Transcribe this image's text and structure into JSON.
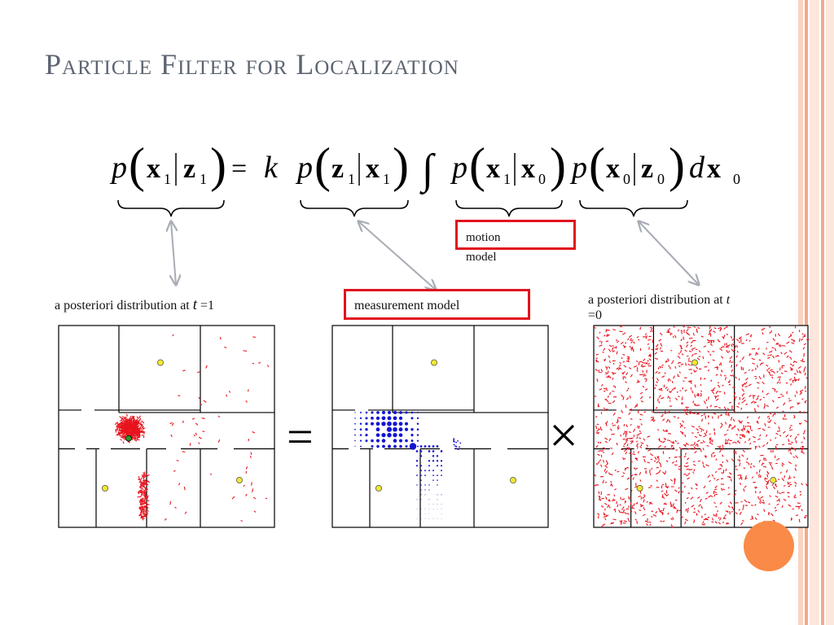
{
  "slide": {
    "title": "Particle Filter for Localization"
  },
  "formula": {
    "p": "p",
    "x": "x",
    "z": "z",
    "k": "k",
    "d": "d",
    "eq": "=",
    "sub1": "1",
    "sub0": "0",
    "integral": "∫"
  },
  "labels": {
    "posterior_t1": "a posteriori distribution at",
    "t_var": "t",
    "t1_suffix": " =1",
    "measurement": "measurement model",
    "motion_line1": "motion",
    "motion_line2": "model",
    "posterior_t0_line1": "a posteriori distribution at",
    "posterior_t0_t": "t",
    "posterior_t0_line2": "=0"
  },
  "operators": {
    "equals": "=",
    "times": "×"
  },
  "colors": {
    "title": "#5c6470",
    "red_box": "#e0141e",
    "particle": "#e8141e",
    "weight_dot": "#1414d2",
    "landmark": "#f0e830",
    "accent_circle": "#fa8a47",
    "stripe_light": "#fde6dc",
    "stripe_dark": "#f5a98a"
  }
}
